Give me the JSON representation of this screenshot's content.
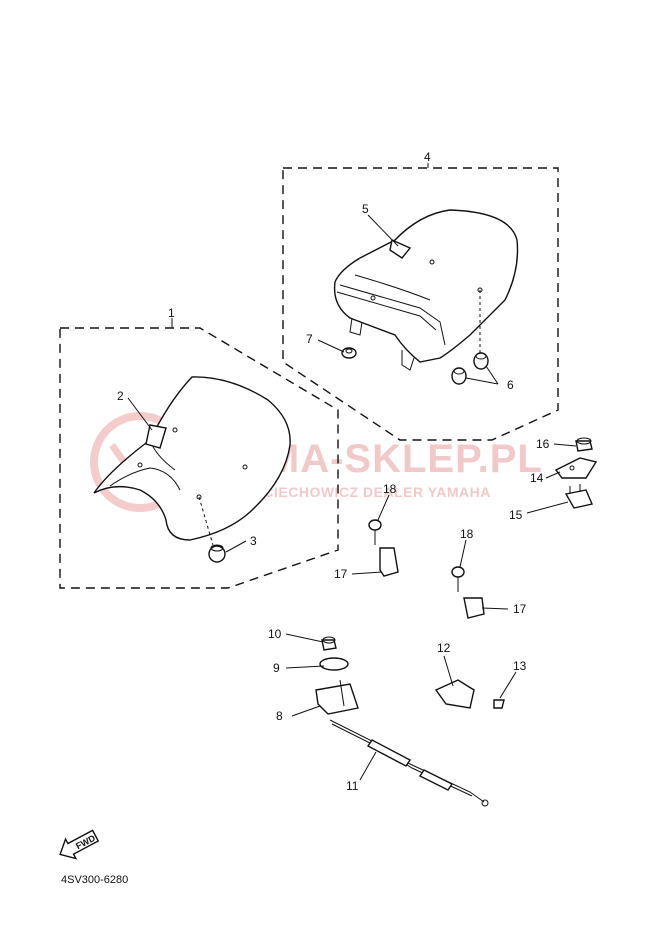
{
  "watermark": {
    "title": "YAMA-SKLEP.PL",
    "subtitle": "WOJCIECHOWICZ DEALER YAMAHA"
  },
  "callouts": [
    "1",
    "2",
    "3",
    "4",
    "5",
    "6",
    "7",
    "8",
    "9",
    "10",
    "11",
    "12",
    "13",
    "14",
    "15",
    "16",
    "17",
    "17",
    "18",
    "18"
  ],
  "fwd_label": "FWD",
  "diagram_code": "4SV300-6280"
}
